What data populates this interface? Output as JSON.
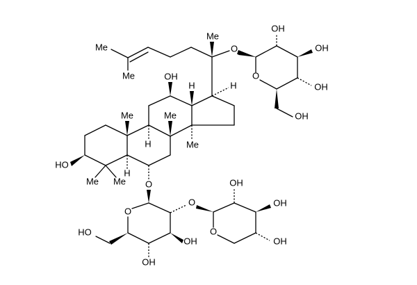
{
  "diagram": {
    "type": "chemical-structure",
    "description": "Skeletal formula of a dammarane-type triterpene saponin with three sugar units",
    "labels": {
      "me_side1": "Me",
      "me_side2": "Me",
      "me_c20": "Me",
      "o_c20": "O",
      "oh_c12": "OH",
      "h_c13": "H",
      "h_c17": "H",
      "me_c10": "Me",
      "me_c8": "Me",
      "h_c9": "H",
      "me_c14": "Me",
      "ho_c3": "HO",
      "me_c4a": "Me",
      "me_c4b": "Me",
      "h_c5": "H",
      "o_c6": "O",
      "glc1_ring_o": "O",
      "glc1_oh2": "OH",
      "glc1_oh3": "OH",
      "glc1_oh4": "OH",
      "glc1_oh6": "OH",
      "glc2_ring_o": "O",
      "glc2_link_o": "O",
      "glc2_ho6": "HO",
      "glc2_oh4": "OH",
      "glc2_oh3": "OH",
      "xyl_ring_o": "O",
      "xyl_oh2": "OH",
      "xyl_oh3": "OH",
      "xyl_oh4": "OH"
    }
  }
}
